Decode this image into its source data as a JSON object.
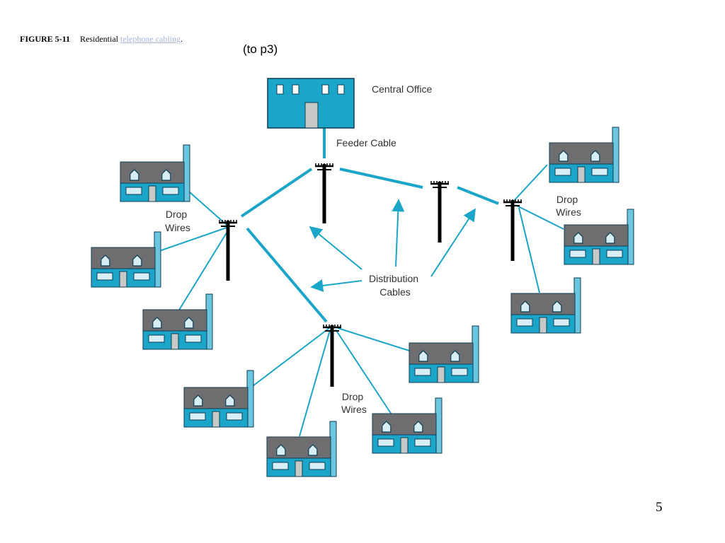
{
  "caption": {
    "figure": "FIGURE 5-11",
    "text": "Residential",
    "link": "telephone cabling",
    "end": "."
  },
  "note": "(to p3)",
  "page_number": "5",
  "labels": {
    "central_office": "Central Office",
    "feeder_cable": "Feeder Cable",
    "drop_wires": [
      "Drop",
      "Wires"
    ],
    "distribution_cables": [
      "Distribution",
      "Cables"
    ]
  },
  "colors": {
    "cable": "#1ba6c9",
    "building": "#1ba6c9",
    "roof": "#6e6e70",
    "chimney": "#6cc6e0",
    "pole": "#000000",
    "link": "#a9b3e6"
  }
}
